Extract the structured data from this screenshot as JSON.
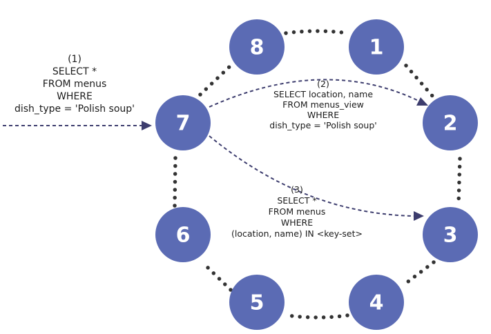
{
  "nodes": [
    "1",
    "2",
    "3",
    "4",
    "5",
    "6",
    "7",
    "8"
  ],
  "node_color": "#5b6bb4",
  "queries": [
    {
      "lines": [
        "(1)",
        "SELECT *",
        "FROM menus",
        "WHERE",
        "dish_type = 'Polish soup'"
      ]
    },
    {
      "lines": [
        "(2)",
        "SELECT location, name",
        "FROM menus_view",
        "WHERE",
        "dish_type = 'Polish soup'"
      ]
    },
    {
      "lines": [
        "(3)",
        "SELECT *",
        "FROM menus",
        "WHERE",
        "(location, name) IN <key-set>"
      ]
    }
  ]
}
